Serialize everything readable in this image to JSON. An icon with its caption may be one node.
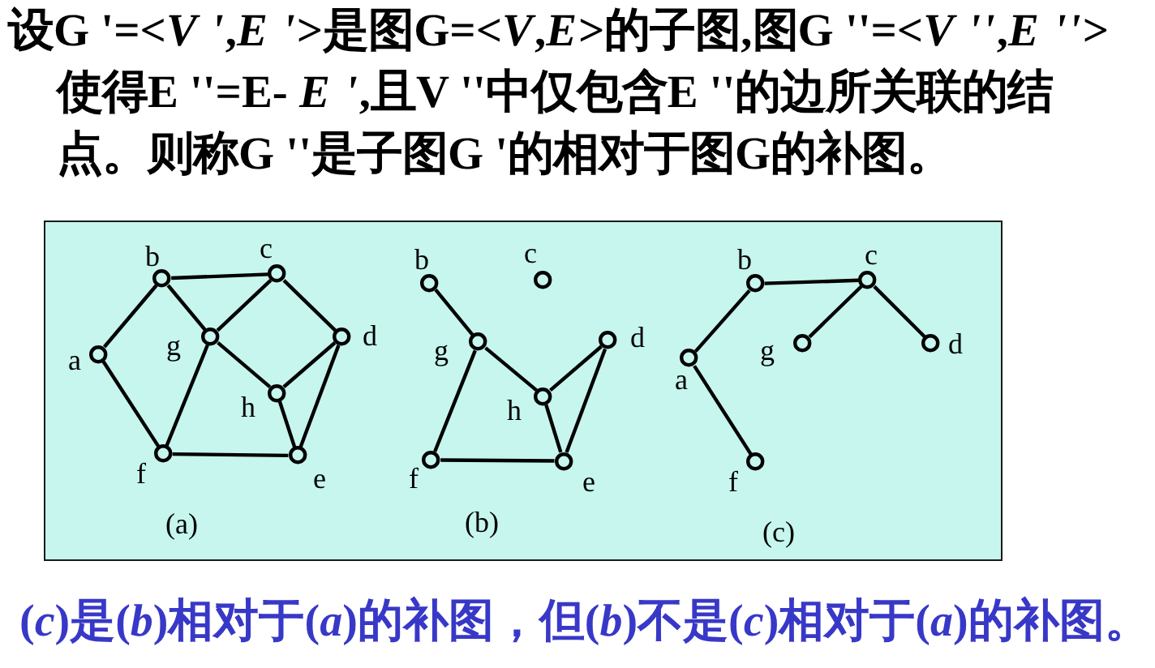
{
  "diagram": {
    "title": "设G '=<*V '*,*E '*>是图G=<*V*,*E*>的子图,图G ''=<*V ''*,*E ''*>使得E ''=E- *E '*,且V ''中仅包含E ''的边所关联的结点。则称G ''是子图G '的相对于图G的补图。",
    "caption": "(*c*)是(*b*)相对于(*a*)的补图，但(*b*)不是(*c*)相对于(*a*)的补图。",
    "nodes": [
      {
        "text": [],
        "shape": "circle",
        "beside": [
          "b"
        ]
      },
      {
        "text": [],
        "shape": "circle",
        "beside": [
          "c"
        ]
      },
      {
        "text": [],
        "shape": "circle",
        "beside": [
          "a"
        ]
      },
      {
        "text": [],
        "shape": "circle",
        "beside": [
          "g"
        ]
      },
      {
        "text": [],
        "shape": "circle",
        "beside": [
          "d"
        ]
      },
      {
        "text": [],
        "shape": "circle",
        "beside": [
          "h"
        ]
      },
      {
        "text": [],
        "shape": "circle",
        "beside": [
          "f"
        ]
      },
      {
        "text": [],
        "shape": "circle",
        "beside": [
          "e"
        ]
      },
      {
        "text": [],
        "shape": "circle",
        "beside": [
          "b"
        ]
      },
      {
        "text": [],
        "shape": "circle",
        "beside": [
          "c"
        ]
      },
      {
        "text": [],
        "shape": "circle",
        "beside": [
          "g"
        ]
      },
      {
        "text": [],
        "shape": "circle",
        "beside": [
          "d"
        ]
      },
      {
        "text": [],
        "shape": "circle",
        "beside": [
          "h"
        ]
      },
      {
        "text": [],
        "shape": "circle",
        "beside": [
          "f"
        ]
      },
      {
        "text": [],
        "shape": "circle",
        "beside": [
          "e"
        ]
      },
      {
        "text": [],
        "shape": "circle",
        "beside": [
          "b"
        ]
      },
      {
        "text": [],
        "shape": "circle",
        "beside": [
          "c"
        ]
      },
      {
        "text": [],
        "shape": "circle",
        "beside": [
          "g"
        ]
      },
      {
        "text": [],
        "shape": "circle",
        "beside": [
          "d"
        ]
      },
      {
        "text": [],
        "shape": "circle",
        "beside": [
          "a"
        ]
      },
      {
        "text": [],
        "shape": "circle",
        "beside": [
          "f"
        ]
      }
    ],
    "edges": [
      {
        "from": 2,
        "to": 0,
        "arrow": "none"
      },
      {
        "from": 0,
        "to": 1,
        "arrow": "none"
      },
      {
        "from": 0,
        "to": 3,
        "arrow": "none"
      },
      {
        "from": 1,
        "to": 3,
        "arrow": "none"
      },
      {
        "from": 1,
        "to": 4,
        "arrow": "none"
      },
      {
        "from": 2,
        "to": 6,
        "arrow": "none"
      },
      {
        "from": 3,
        "to": 6,
        "arrow": "none"
      },
      {
        "from": 3,
        "to": 5,
        "arrow": "none"
      },
      {
        "from": 5,
        "to": 4,
        "arrow": "none"
      },
      {
        "from": 5,
        "to": 7,
        "arrow": "none"
      },
      {
        "from": 4,
        "to": 7,
        "arrow": "none"
      },
      {
        "from": 6,
        "to": 7,
        "arrow": "none"
      },
      {
        "from": 8,
        "to": 10,
        "arrow": "none"
      },
      {
        "from": 10,
        "to": 13,
        "arrow": "none"
      },
      {
        "from": 10,
        "to": 12,
        "arrow": "none"
      },
      {
        "from": 12,
        "to": 11,
        "arrow": "none"
      },
      {
        "from": 12,
        "to": 14,
        "arrow": "none"
      },
      {
        "from": 11,
        "to": 14,
        "arrow": "none"
      },
      {
        "from": 13,
        "to": 14,
        "arrow": "none"
      },
      {
        "from": 19,
        "to": 15,
        "arrow": "none"
      },
      {
        "from": 15,
        "to": 16,
        "arrow": "none"
      },
      {
        "from": 16,
        "to": 17,
        "arrow": "none"
      },
      {
        "from": 16,
        "to": 18,
        "arrow": "none"
      },
      {
        "from": 19,
        "to": 20,
        "arrow": "none"
      }
    ],
    "labels": [
      "(a)",
      "(b)",
      "(c)"
    ]
  }
}
